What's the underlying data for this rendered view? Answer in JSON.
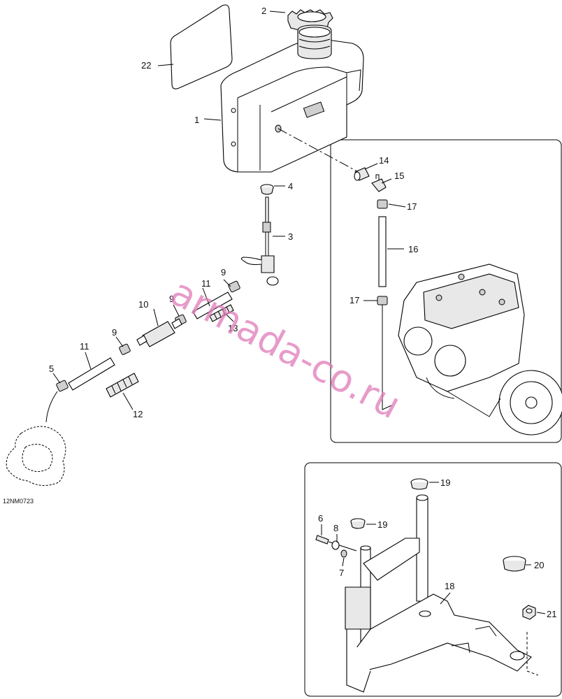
{
  "diagram": {
    "drawing_code": "12NM0723",
    "watermark": "armada-co.ru",
    "callouts": [
      {
        "id": "c1",
        "label": "1"
      },
      {
        "id": "c2",
        "label": "2"
      },
      {
        "id": "c3",
        "label": "3"
      },
      {
        "id": "c4",
        "label": "4"
      },
      {
        "id": "c5",
        "label": "5"
      },
      {
        "id": "c6",
        "label": "6"
      },
      {
        "id": "c7",
        "label": "7"
      },
      {
        "id": "c8",
        "label": "8"
      },
      {
        "id": "c9a",
        "label": "9"
      },
      {
        "id": "c9b",
        "label": "9"
      },
      {
        "id": "c9c",
        "label": "9"
      },
      {
        "id": "c10",
        "label": "10"
      },
      {
        "id": "c11a",
        "label": "11"
      },
      {
        "id": "c11b",
        "label": "11"
      },
      {
        "id": "c12",
        "label": "12"
      },
      {
        "id": "c13",
        "label": "13"
      },
      {
        "id": "c14",
        "label": "14"
      },
      {
        "id": "c15",
        "label": "15"
      },
      {
        "id": "c16",
        "label": "16"
      },
      {
        "id": "c17a",
        "label": "17"
      },
      {
        "id": "c17b",
        "label": "17"
      },
      {
        "id": "c18",
        "label": "18"
      },
      {
        "id": "c19a",
        "label": "19"
      },
      {
        "id": "c19b",
        "label": "19"
      },
      {
        "id": "c20",
        "label": "20"
      },
      {
        "id": "c21",
        "label": "21"
      },
      {
        "id": "c22",
        "label": "22"
      }
    ]
  }
}
